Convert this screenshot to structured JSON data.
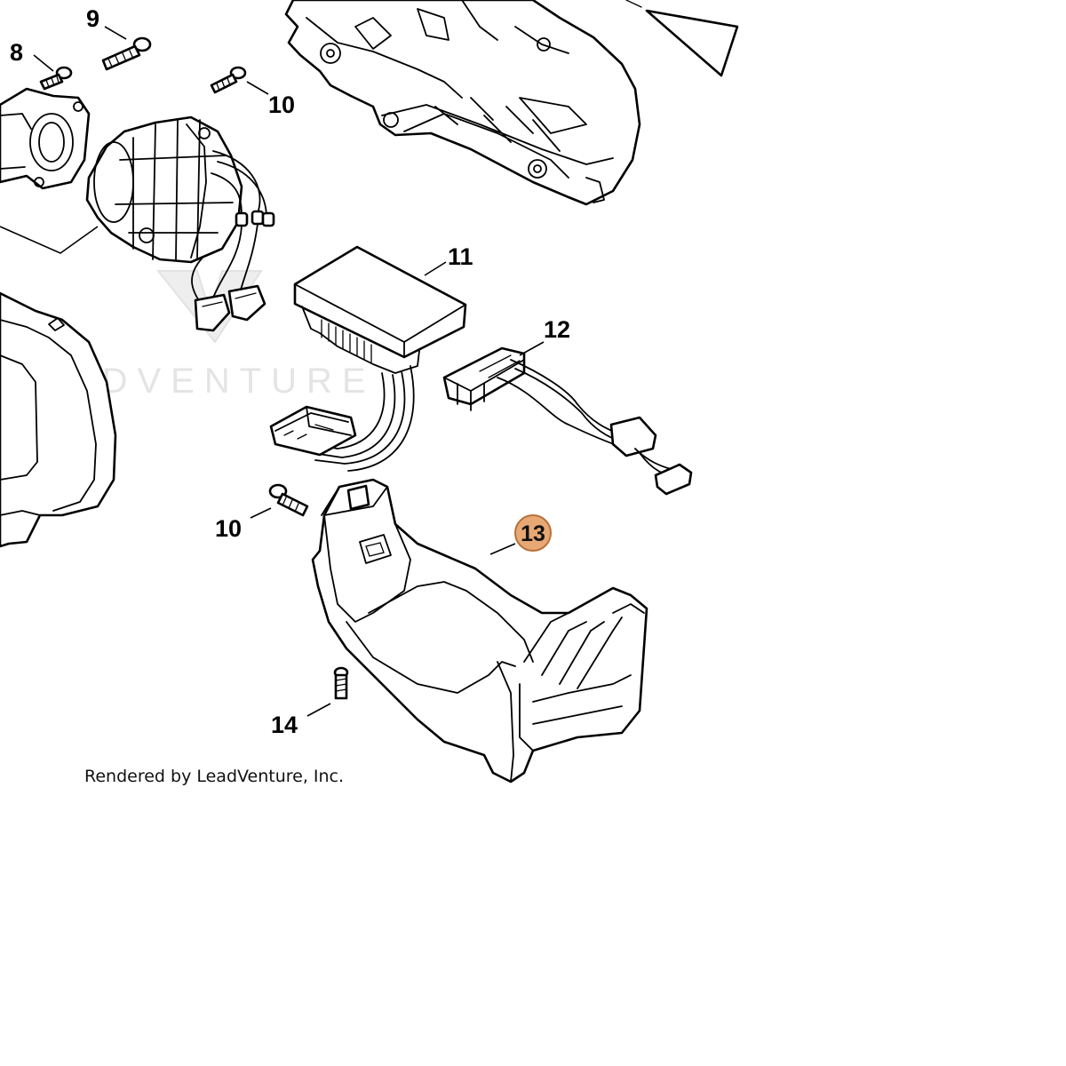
{
  "diagram": {
    "callouts": {
      "c8": "8",
      "c9": "9",
      "c10_top": "10",
      "c11": "11",
      "c12": "12",
      "c13": "13",
      "c10_mid": "10",
      "c14": "14"
    },
    "highlighted_callout": "13",
    "highlight_color": "#e7a874",
    "watermark": "LEADVENTURE",
    "credit": "Rendered by LeadVenture, Inc."
  }
}
